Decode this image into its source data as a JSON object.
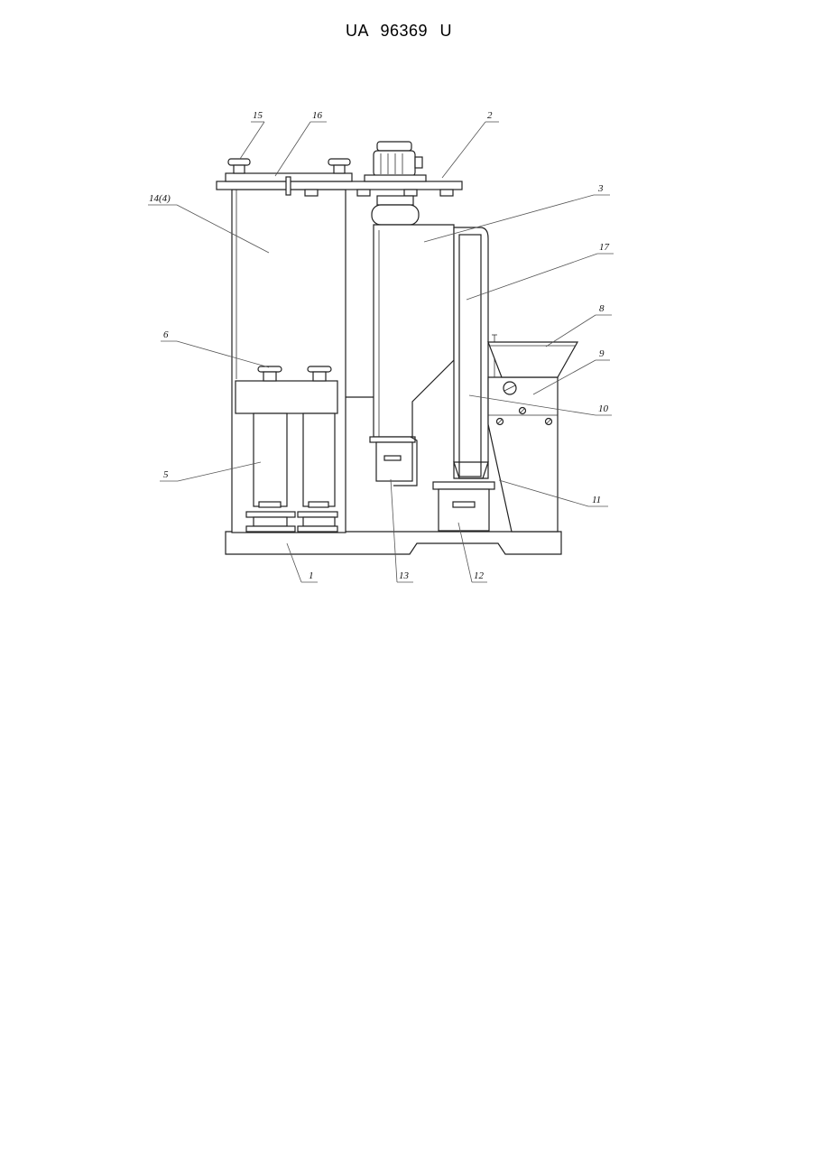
{
  "document": {
    "header": "UA 96369 U",
    "figure": {
      "callouts": [
        "15",
        "16",
        "2",
        "3",
        "14(4)",
        "17",
        "8",
        "6",
        "9",
        "10",
        "5",
        "11",
        "1",
        "13",
        "12"
      ]
    }
  }
}
